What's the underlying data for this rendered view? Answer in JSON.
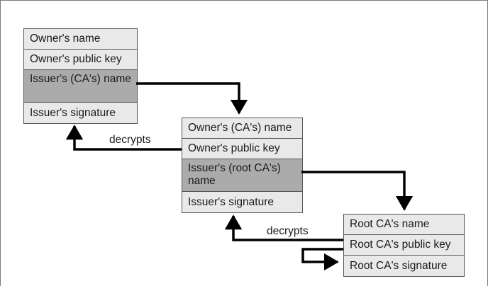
{
  "certificates": [
    {
      "fields": [
        {
          "label": "Owner's name"
        },
        {
          "label": "Owner's public key"
        },
        {
          "label": "Issuer's (CA's) name"
        },
        {
          "label": "Issuer's signature"
        }
      ]
    },
    {
      "fields": [
        {
          "label": "Owner's (CA's) name"
        },
        {
          "label": "Owner's public key"
        },
        {
          "label": "Issuer's (root CA's) name"
        },
        {
          "label": "Issuer's signature"
        }
      ]
    },
    {
      "fields": [
        {
          "label": "Root CA's name"
        },
        {
          "label": "Root CA's public key"
        },
        {
          "label": "Root CA's signature"
        }
      ]
    }
  ],
  "arrow_labels": [
    "decrypts",
    "decrypts"
  ],
  "colors": {
    "field_fill": "#e9e9e9",
    "highlight_fill": "#ababab",
    "border": "#555555",
    "arrow": "#000000"
  }
}
